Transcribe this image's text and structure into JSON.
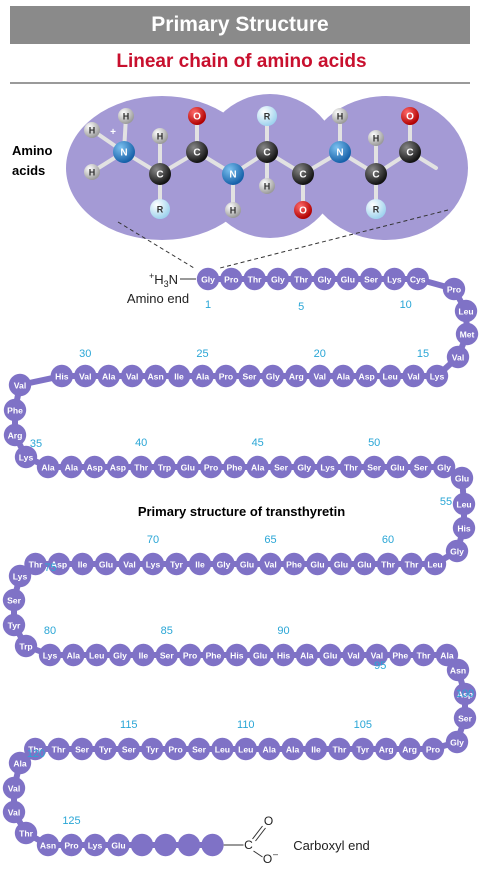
{
  "header": {
    "title": "Primary Structure",
    "subtitle": "Linear chain of amino acids"
  },
  "amino_acids_label": [
    "Amino",
    "acids"
  ],
  "molecule": {
    "atoms": [
      "H",
      "H",
      "H",
      "N",
      "C",
      "H",
      "R",
      "C",
      "O",
      "N",
      "H",
      "C",
      "R",
      "H",
      "C",
      "O",
      "N",
      "H",
      "C",
      "H",
      "R",
      "C",
      "O"
    ],
    "charge": "+"
  },
  "chain": {
    "amino_end_formula": [
      "+",
      "H",
      "3",
      "N"
    ],
    "amino_end_label": "Amino end",
    "carboxyl_end_label": "Carboxyl end",
    "carboxyl_atoms": [
      "C",
      "O",
      "O",
      "–"
    ],
    "title": "Primary structure of transthyretin",
    "sequence": [
      "Gly",
      "Pro",
      "Thr",
      "Gly",
      "Thr",
      "Gly",
      "Glu",
      "Ser",
      "Lys",
      "Cys",
      "Pro",
      "Leu",
      "Met",
      "Val",
      "Lys",
      "Val",
      "Leu",
      "Asp",
      "Ala",
      "Val",
      "Arg",
      "Gly",
      "Ser",
      "Pro",
      "Ala",
      "Ile",
      "Asn",
      "Val",
      "Ala",
      "Val",
      "His",
      "Val",
      "Phe",
      "Arg",
      "Lys",
      "Ala",
      "Ala",
      "Asp",
      "Asp",
      "Thr",
      "Trp",
      "Glu",
      "Pro",
      "Phe",
      "Ala",
      "Ser",
      "Gly",
      "Lys",
      "Thr",
      "Ser",
      "Glu",
      "Ser",
      "Gly",
      "Glu",
      "Leu",
      "His",
      "Gly",
      "Leu",
      "Thr",
      "Thr",
      "Glu",
      "Glu",
      "Glu",
      "Phe",
      "Val",
      "Glu",
      "Gly",
      "Ile",
      "Tyr",
      "Lys",
      "Val",
      "Glu",
      "Ile",
      "Asp",
      "Thr",
      "Lys",
      "Ser",
      "Tyr",
      "Trp",
      "Lys",
      "Ala",
      "Leu",
      "Gly",
      "Ile",
      "Ser",
      "Pro",
      "Phe",
      "His",
      "Glu",
      "His",
      "Ala",
      "Glu",
      "Val",
      "Val",
      "Phe",
      "Thr",
      "Ala",
      "Asn",
      "Asp",
      "Ser",
      "Gly",
      "Pro",
      "Arg",
      "Arg",
      "Tyr",
      "Thr",
      "Ile",
      "Ala",
      "Ala",
      "Leu",
      "Leu",
      "Ser",
      "Pro",
      "Tyr",
      "Ser",
      "Tyr",
      "Ser",
      "Thr",
      "Thr",
      "Ala",
      "Val",
      "Val",
      "Thr",
      "Asn",
      "Pro",
      "Lys",
      "Glu"
    ],
    "position_numbers": [
      "1",
      "5",
      "10",
      "15",
      "20",
      "25",
      "30",
      "35",
      "40",
      "45",
      "50",
      "55",
      "60",
      "65",
      "70",
      "75",
      "80",
      "85",
      "90",
      "95",
      "100",
      "105",
      "110",
      "115",
      "120",
      "125"
    ]
  },
  "colors": {
    "bead": "#7f72c6",
    "blob": "#a49ad5",
    "header_bg": "#8a8a8a",
    "subtitle": "#c8102e",
    "number": "#2aa6d6"
  }
}
